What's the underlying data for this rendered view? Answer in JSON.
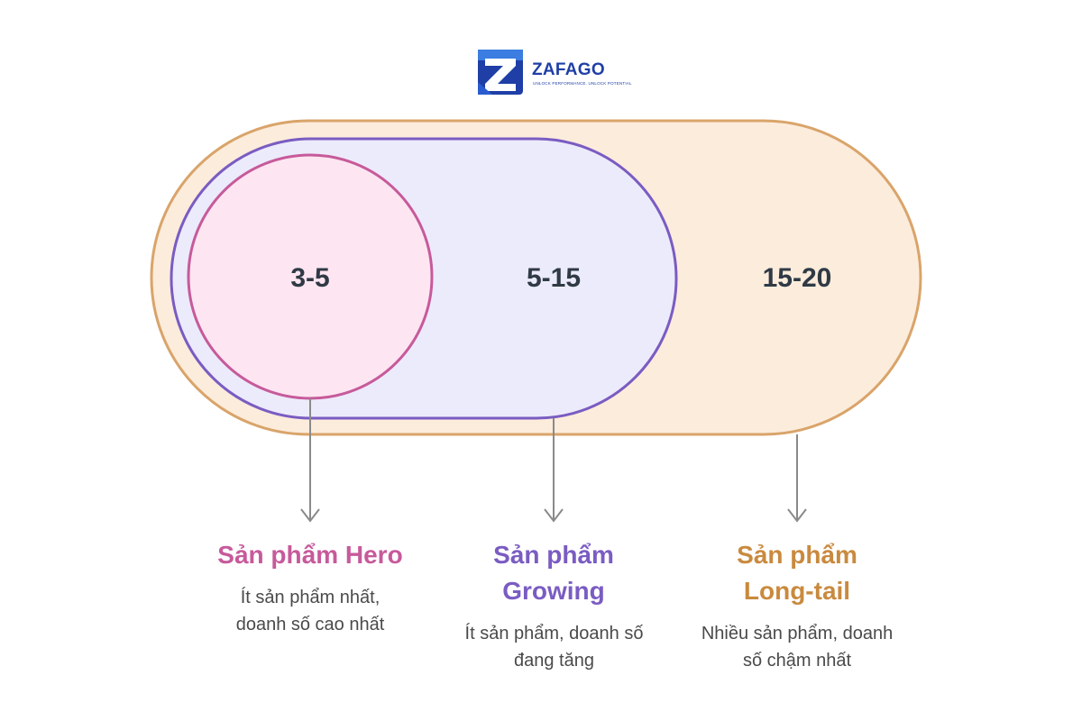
{
  "logo": {
    "name": "ZAFAGO",
    "tagline": "UNLOCK PERFORMANCE. UNLOCK POTENTIAL"
  },
  "tiers": [
    {
      "range": "3-5",
      "title": "Sản phẩm Hero",
      "description": "Ít sản phẩm nhất, doanh số cao nhất"
    },
    {
      "range": "5-15",
      "title": "Sản phẩm Growing",
      "description": "Ít sản phẩm, doanh số đang tăng"
    },
    {
      "range": "15-20",
      "title": "Sản phẩm Long-tail",
      "description": "Nhiều sản phẩm, doanh số chậm nhất"
    }
  ],
  "colors": {
    "hero": "#c75a9b",
    "hero_fill": "#fde6f1",
    "growing": "#7a5cc2",
    "growing_fill": "#ecebfb",
    "longtail": "#c98a3e",
    "longtail_fill": "#fcecdc",
    "arrow": "#8a8a8a",
    "logo_blue": "#1f3fa6"
  }
}
